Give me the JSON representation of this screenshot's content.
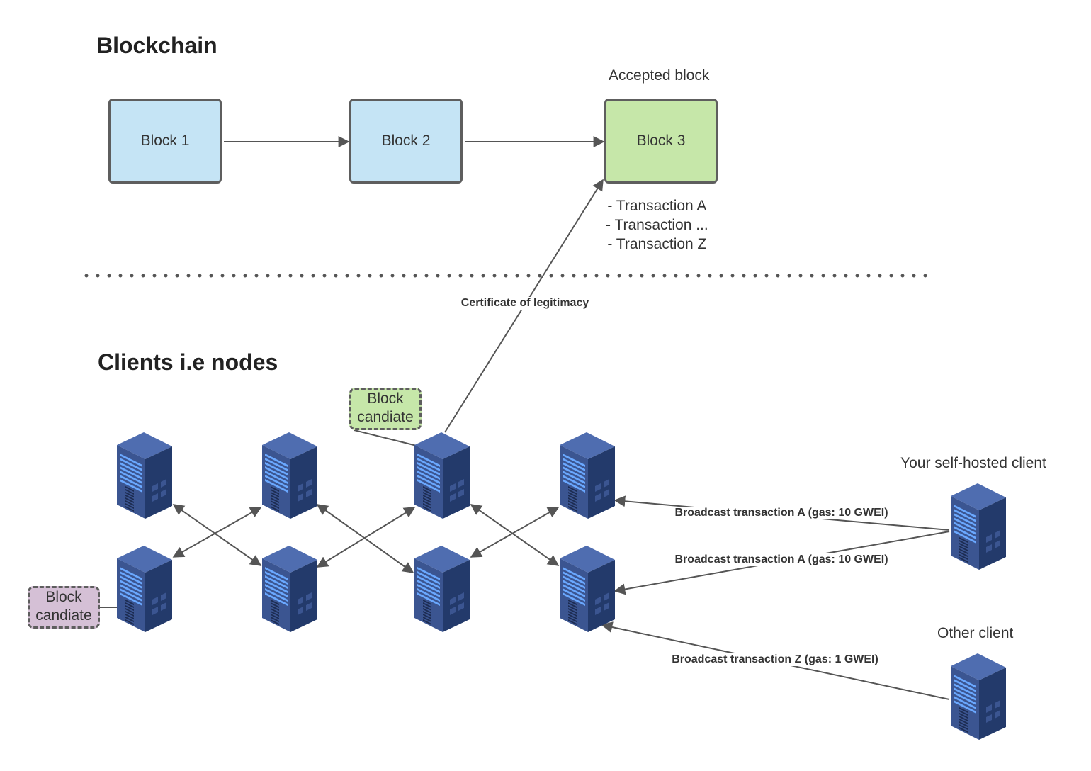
{
  "blockchain": {
    "heading": "Blockchain",
    "accepted_caption": "Accepted block",
    "blocks": [
      {
        "label": "Block 1",
        "color": "#c5e4f5"
      },
      {
        "label": "Block 2",
        "color": "#c5e4f5"
      },
      {
        "label": "Block 3",
        "color": "#c6e7a9"
      }
    ],
    "transactions": [
      "- Transaction A",
      "- Transaction ...",
      "- Transaction Z"
    ]
  },
  "clients": {
    "heading": "Clients i.e nodes",
    "candidate_green": [
      "Block",
      "candiate"
    ],
    "candidate_purple": [
      "Block",
      "candiate"
    ],
    "self_hosted_caption": "Your self-hosted client",
    "other_caption": "Other client"
  },
  "edges": {
    "certificate": "Certificate of legitimacy",
    "broadcast_1": "Broadcast transaction A (gas: 10 GWEI)",
    "broadcast_2": "Broadcast transaction A (gas: 10 GWEI)",
    "broadcast_3": "Broadcast transaction Z (gas: 1 GWEI)"
  },
  "icons": {
    "server": "server-rack-icon",
    "colors": {
      "server_front": "#3b5591",
      "server_side": "#233a6b",
      "server_top": "#4f6db0",
      "server_lights": "#6aa8ff"
    }
  }
}
